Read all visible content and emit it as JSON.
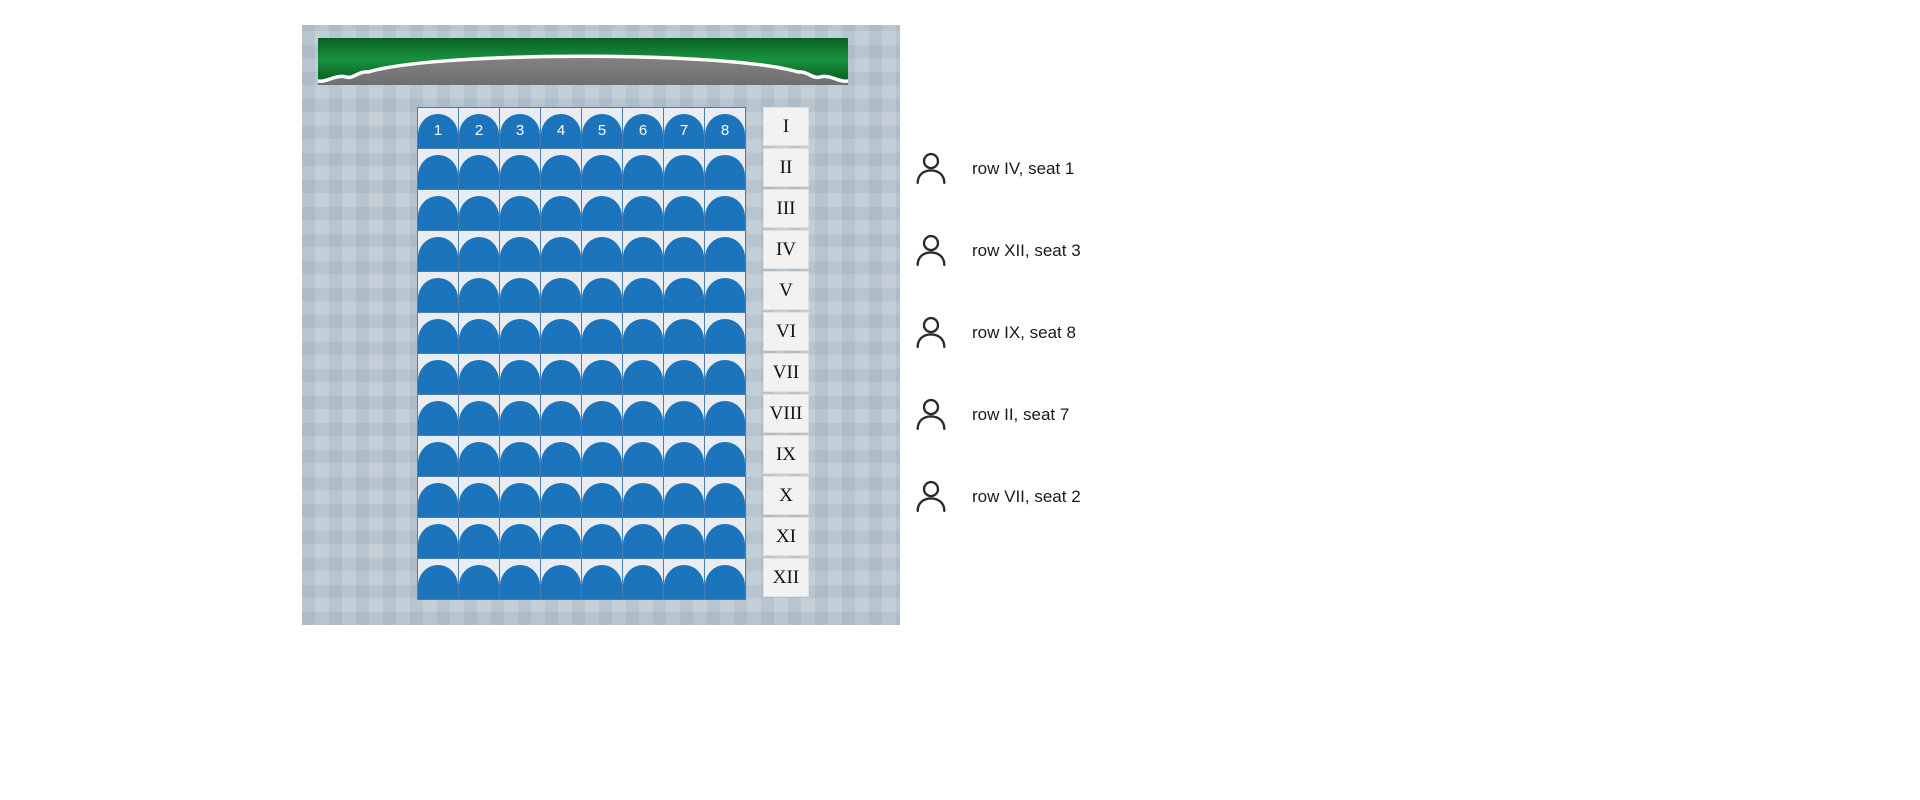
{
  "seating": {
    "row_labels": [
      "I",
      "II",
      "III",
      "IV",
      "V",
      "VI",
      "VII",
      "VIII",
      "IX",
      "X",
      "XI",
      "XII"
    ],
    "seat_numbers": [
      "1",
      "2",
      "3",
      "4",
      "5",
      "6",
      "7",
      "8"
    ]
  },
  "legend": {
    "items": [
      {
        "label": "row IV, seat 1"
      },
      {
        "label": "row XII, seat 3"
      },
      {
        "label": "row IX, seat 8"
      },
      {
        "label": "row II, seat 7"
      },
      {
        "label": "row VII, seat 2"
      }
    ]
  },
  "colors": {
    "seat": "#1b74bc",
    "seat_border": "#4a7cb0",
    "panel": "#c3ced7",
    "row_label_bg": "#f2f2f2",
    "stage_green_dark": "#0a5e23",
    "stage_green_mid": "#18923e",
    "stage_gray_top": "#8f8f8f",
    "stage_gray_bottom": "#6f6f6f"
  }
}
